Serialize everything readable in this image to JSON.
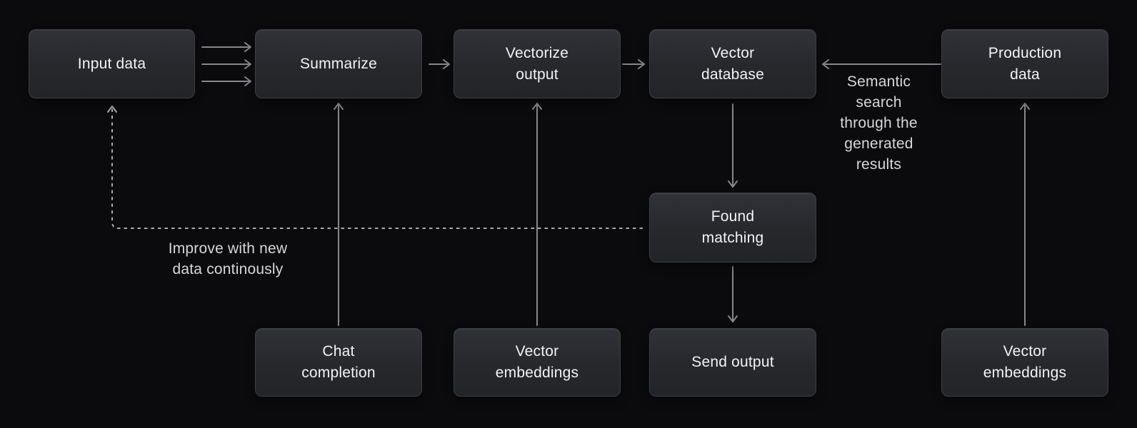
{
  "diagram": {
    "nodes": {
      "input_data": {
        "label": "Input data"
      },
      "summarize": {
        "label": "Summarize"
      },
      "vectorize_output": {
        "label": "Vectorize\noutput"
      },
      "vector_database": {
        "label": "Vector\ndatabase"
      },
      "production_data": {
        "label": "Production\ndata"
      },
      "found_matching": {
        "label": "Found\nmatching"
      },
      "chat_completion": {
        "label": "Chat\ncompletion"
      },
      "vector_embeddings_left": {
        "label": "Vector\nembeddings"
      },
      "send_output": {
        "label": "Send output"
      },
      "vector_embeddings_right": {
        "label": "Vector\nembeddings"
      }
    },
    "edge_labels": {
      "semantic_search": "Semantic\nsearch\nthrough the\ngenerated\nresults",
      "improve_loop": "Improve with new\ndata continously"
    },
    "edges": [
      {
        "from": "input_data",
        "to": "summarize",
        "style": "triple-solid"
      },
      {
        "from": "summarize",
        "to": "vectorize_output",
        "style": "solid"
      },
      {
        "from": "vectorize_output",
        "to": "vector_database",
        "style": "solid"
      },
      {
        "from": "production_data",
        "to": "vector_database",
        "style": "solid",
        "label": "Semantic search through the generated results"
      },
      {
        "from": "vector_database",
        "to": "found_matching",
        "style": "solid"
      },
      {
        "from": "found_matching",
        "to": "send_output",
        "style": "solid"
      },
      {
        "from": "chat_completion",
        "to": "summarize",
        "style": "solid"
      },
      {
        "from": "vector_embeddings_left",
        "to": "vectorize_output",
        "style": "solid"
      },
      {
        "from": "vector_embeddings_right",
        "to": "production_data",
        "style": "solid"
      },
      {
        "from": "found_matching",
        "to": "input_data",
        "style": "dashed",
        "label": "Improve with new data continously"
      }
    ],
    "colors": {
      "background": "#0b0b0d",
      "node_fill_top": "#303237",
      "node_fill_bottom": "#222428",
      "node_border": "#3d3f45",
      "node_text": "#f2f3f5",
      "arrow": "#87888c",
      "dashed_arrow": "#a9aaae",
      "edge_label_text": "#d6d7d9"
    }
  }
}
